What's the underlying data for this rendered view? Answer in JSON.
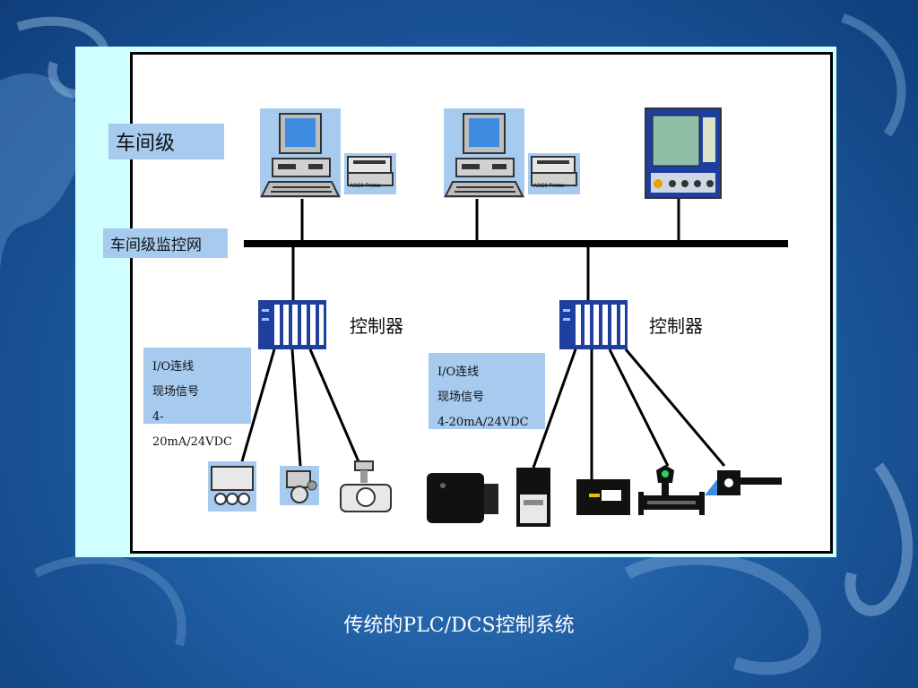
{
  "labels": {
    "workshop_level": "车间级",
    "workshop_network": "车间级监控网",
    "controller_left": "控制器",
    "controller_right": "控制器"
  },
  "io_left": {
    "line1": "I/O连线",
    "line2": "现场信号",
    "line3": "4-20mA/24VDC"
  },
  "io_right": {
    "line1": "I/O连线",
    "line2": "现场信号",
    "line3": "4-20mA/24VDC"
  },
  "printer_text": "ASCII Printer",
  "caption": "传统的PLC/DCS控制系统",
  "colors": {
    "label_bg": "#a6cbef",
    "panel_bg": "#cfffff",
    "controller_blue": "#1f3f9f",
    "bus": "#000000"
  }
}
